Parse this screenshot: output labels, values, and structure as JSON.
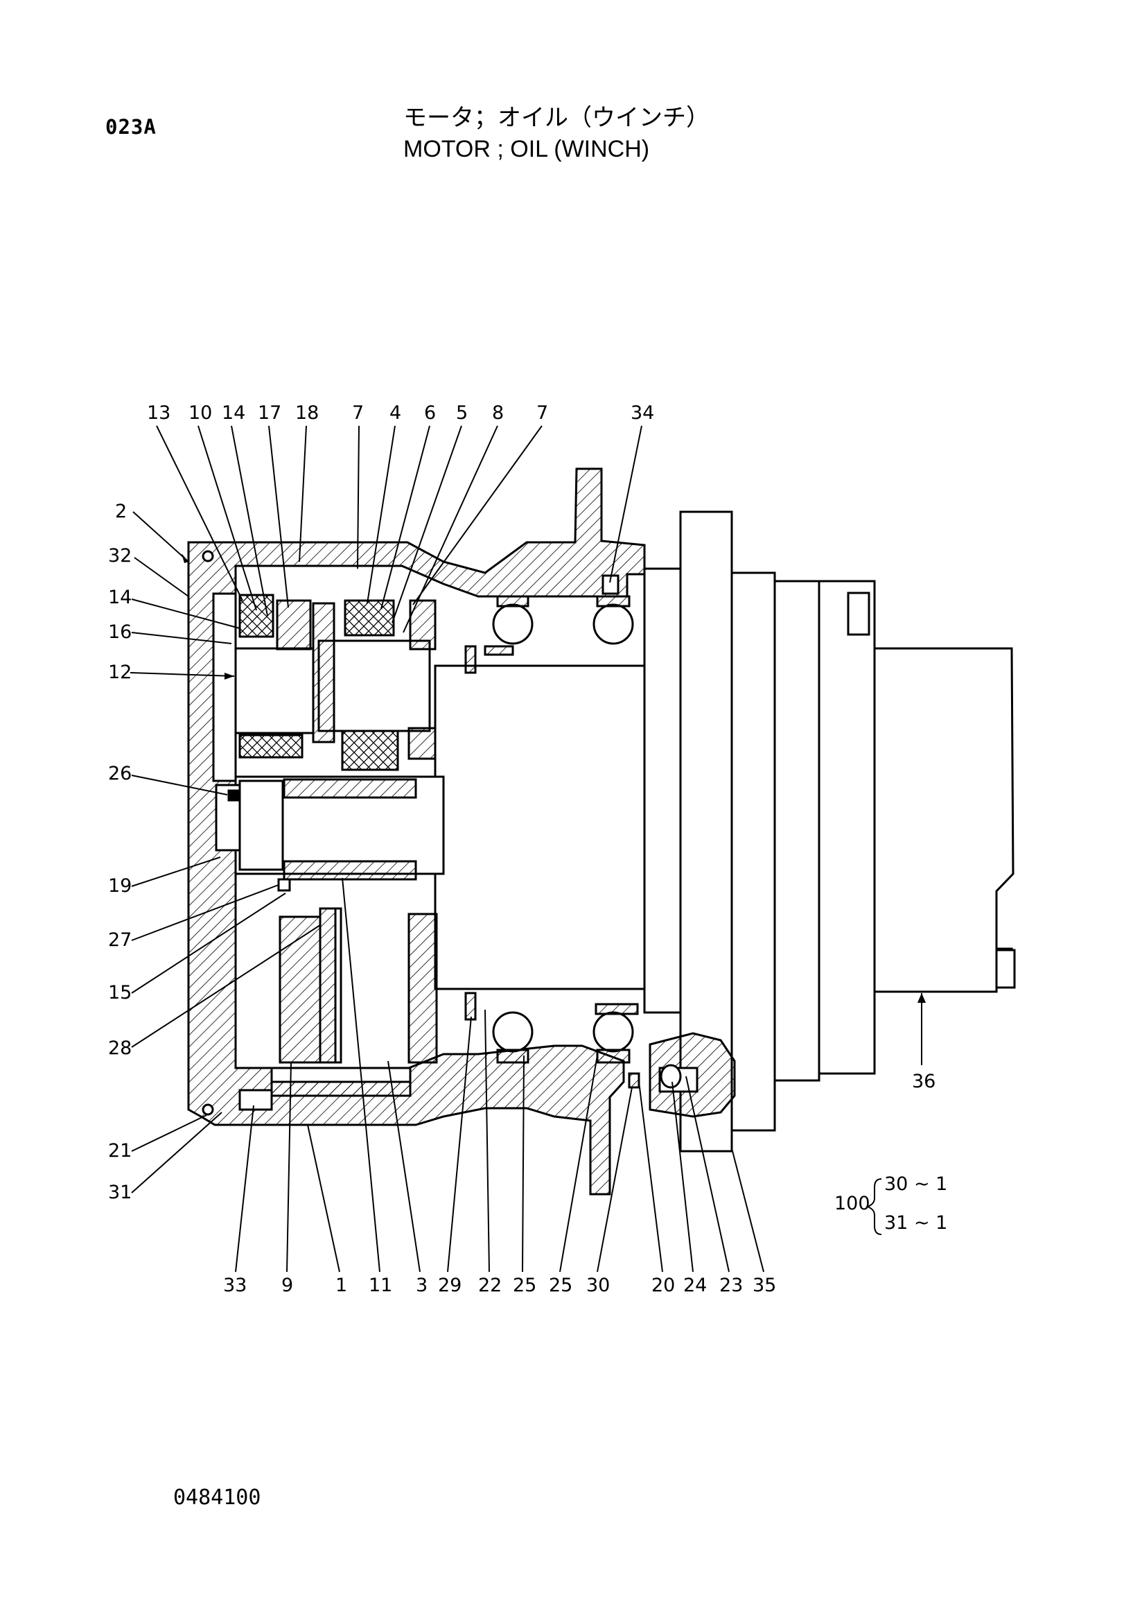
{
  "header": {
    "code": "023A",
    "title_jp": "モータ；オイル（ウインチ）",
    "title_en": "MOTOR ; OIL (WINCH)"
  },
  "footer": {
    "drawing_number": "0484100"
  },
  "callouts": {
    "top": [
      "13",
      "10",
      "14",
      "17",
      "18",
      "7",
      "4",
      "6",
      "5",
      "8",
      "7",
      "34"
    ],
    "left": [
      "2",
      "32",
      "14",
      "16",
      "12",
      "26",
      "19",
      "27",
      "15",
      "28",
      "21",
      "31"
    ],
    "bottom": [
      "33",
      "9",
      "1",
      "11",
      "3",
      "29",
      "22",
      "25",
      "25",
      "30",
      "20",
      "24",
      "23",
      "35"
    ],
    "right": [
      "36"
    ]
  },
  "assembly_note": {
    "number": "100",
    "line1": "30 ~ 1",
    "line2": "31 ~ 1"
  }
}
